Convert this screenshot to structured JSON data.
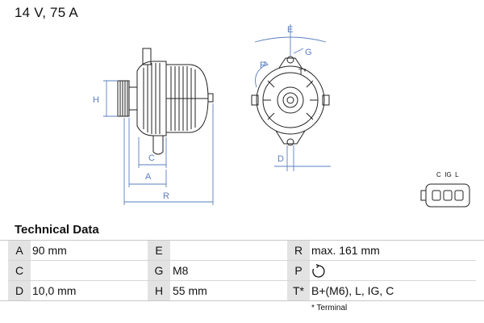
{
  "header": {
    "title": "14 V, 75 A"
  },
  "drawing": {
    "side_labels": [
      "H",
      "C",
      "A",
      "R"
    ],
    "front_labels": [
      "E",
      "G",
      "P",
      "T*",
      "D"
    ],
    "connector_pins": "C  IG  L"
  },
  "tech": {
    "heading": "Technical Data",
    "rows": [
      [
        {
          "key": "A",
          "value": "90 mm"
        },
        {
          "key": "E",
          "value": ""
        },
        {
          "key": "R",
          "value": "max. 161 mm"
        }
      ],
      [
        {
          "key": "C",
          "value": ""
        },
        {
          "key": "G",
          "value": "M8"
        },
        {
          "key": "P",
          "value": "",
          "icon": "clockwise-rotation-icon"
        }
      ],
      [
        {
          "key": "D",
          "value": "10,0 mm"
        },
        {
          "key": "H",
          "value": "55 mm"
        },
        {
          "key": "T*",
          "value": "B+(M6), L, IG, C"
        }
      ]
    ],
    "footnote": "* Terminal"
  },
  "colors": {
    "dimension_lines": "#5a7fc0",
    "key_column": "#e3e3e3"
  }
}
